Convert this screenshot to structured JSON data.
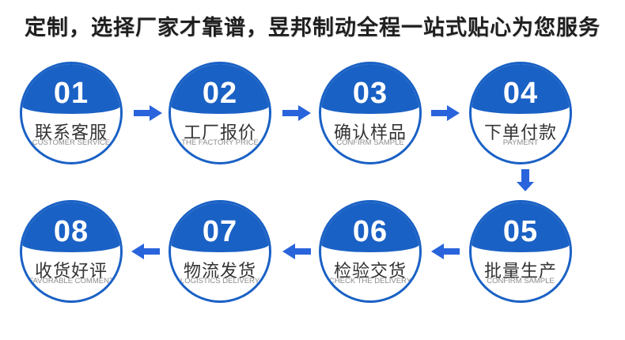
{
  "title": "定制，选择厂家才靠谱，昱邦制动全程一站式贴心为您服务",
  "colors": {
    "circle_blue": "#1A61C5",
    "arrow_blue": "#2A64DC",
    "title_color": "#1F1F1F",
    "label_color": "#333333",
    "sublabel_color": "#8B8B8B"
  },
  "steps": [
    {
      "number": "01",
      "label": "联系客服",
      "sublabel": "CUSTOMER SERVICE"
    },
    {
      "number": "02",
      "label": "工厂报价",
      "sublabel": "THE FACTORY PRICE"
    },
    {
      "number": "03",
      "label": "确认样品",
      "sublabel": "CONFIRM SAMPLE"
    },
    {
      "number": "04",
      "label": "下单付款",
      "sublabel": "PAYMENT"
    },
    {
      "number": "05",
      "label": "批量生产",
      "sublabel": "CONFIRM SAMPLE"
    },
    {
      "number": "06",
      "label": "检验交货",
      "sublabel": "CHECK THE DELIVERY"
    },
    {
      "number": "07",
      "label": "物流发货",
      "sublabel": "LOGISTICS DELIVERY"
    },
    {
      "number": "08",
      "label": "收货好评",
      "sublabel": "FAVORABLE COMMENT"
    }
  ]
}
